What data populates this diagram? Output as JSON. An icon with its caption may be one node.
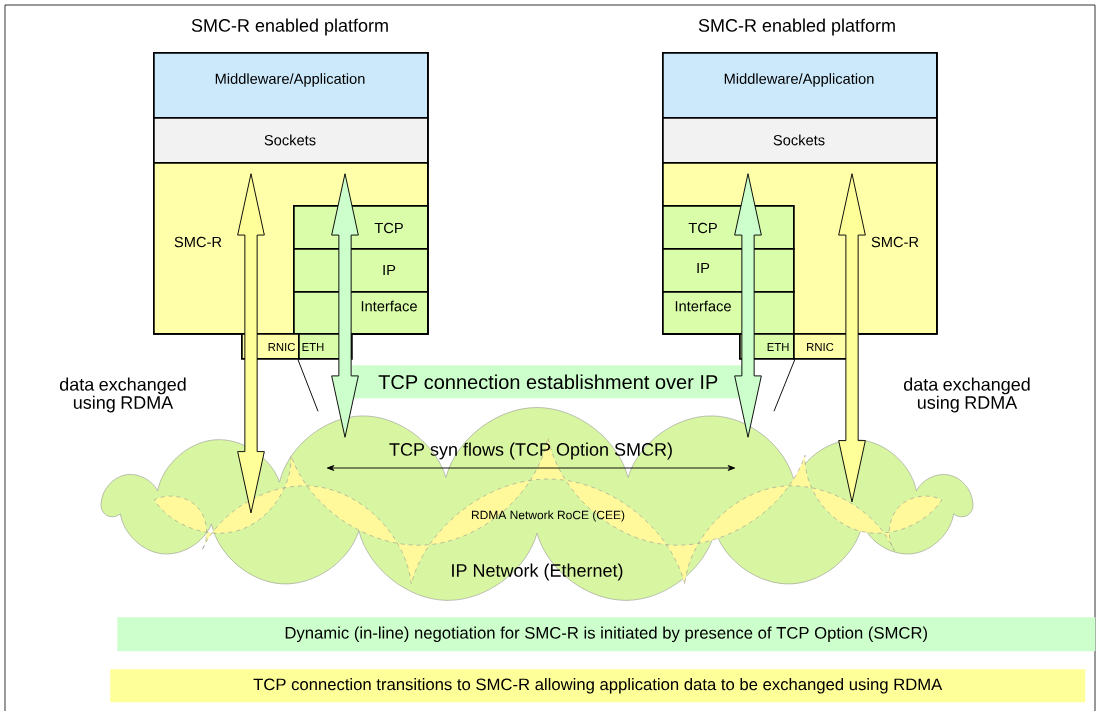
{
  "diagram": {
    "nodes": [
      {
        "text": [
          "SMC-R enabled platform"
        ]
      },
      {
        "text": [
          "Middleware/Application"
        ],
        "in": 0
      },
      {
        "text": [
          "Sockets"
        ],
        "in": 0
      },
      {
        "text": [
          "SMC-R"
        ],
        "in": 0
      },
      {
        "text": [
          "TCP"
        ],
        "in": 3
      },
      {
        "text": [
          "IP"
        ],
        "in": 3
      },
      {
        "text": [
          "Interface"
        ],
        "in": 3
      },
      {
        "text": [
          "RNIC"
        ]
      },
      {
        "text": [
          "ETH"
        ]
      },
      {
        "text": [
          "SMC-R enabled platform"
        ]
      },
      {
        "text": [
          "Middleware/Application"
        ],
        "in": 9
      },
      {
        "text": [
          "Sockets"
        ],
        "in": 9
      },
      {
        "text": [
          "SMC-R"
        ],
        "in": 9
      },
      {
        "text": [
          "TCP"
        ],
        "in": 12
      },
      {
        "text": [
          "IP"
        ],
        "in": 12
      },
      {
        "text": [
          "Interface"
        ],
        "in": 12
      },
      {
        "text": [
          "ETH"
        ]
      },
      {
        "text": [
          "RNIC"
        ]
      },
      {
        "text": [
          "TCP connection establishment over IP"
        ]
      },
      {
        "text": [
          "IP Network (Ethernet)"
        ]
      },
      {
        "text": [
          "RDMA Network RoCE (CEE)"
        ],
        "in": 19
      },
      {
        "text": [
          "Dynamic (in-line) negotiation for SMC-R is initiated by presence of TCP Option (SMCR)"
        ]
      },
      {
        "text": [
          "TCP connection transitions to SMC-R allowing application data to be exchanged using RDMA"
        ]
      }
    ],
    "edges": [
      {
        "from": 2,
        "to": 20,
        "arrow": "both",
        "style": "thick",
        "color": "#ffff99"
      },
      {
        "from": 2,
        "to": 19,
        "arrow": "both",
        "style": "thick",
        "color": "#ccffcc"
      },
      {
        "from": 8,
        "to": 19,
        "arrow": "none"
      },
      {
        "from": 11,
        "to": 19,
        "arrow": "both",
        "style": "thick",
        "color": "#ccffcc"
      },
      {
        "from": 11,
        "to": 20,
        "arrow": "both",
        "style": "thick",
        "color": "#ffff99"
      },
      {
        "from": 16,
        "to": 19,
        "arrow": "none"
      }
    ],
    "labels": [
      "data exchanged using RDMA",
      "data exchanged using RDMA",
      "TCP syn flows (TCP Option SMCR)"
    ]
  }
}
